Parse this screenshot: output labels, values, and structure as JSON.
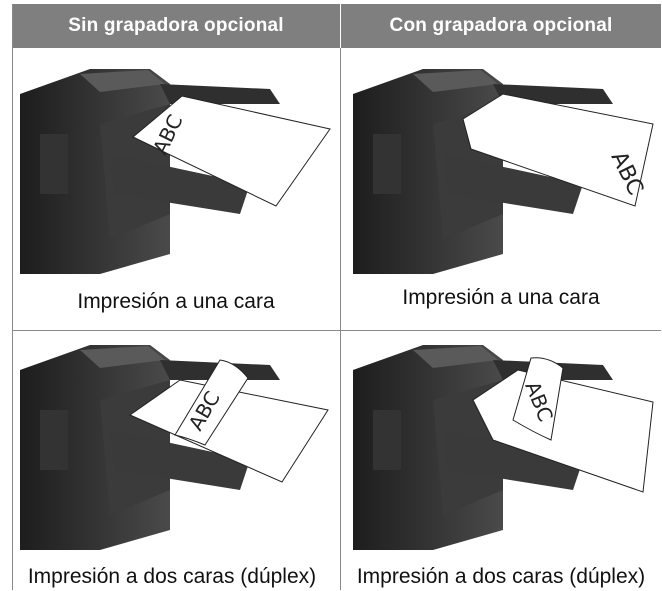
{
  "table": {
    "headers": [
      "Sin grapadora opcional",
      "Con grapadora opcional"
    ],
    "cells": [
      {
        "caption": "Impresión a una cara",
        "paper_label": "ABC",
        "mode": "single",
        "orientation": "portrait"
      },
      {
        "caption": "Impresión a una cara",
        "paper_label": "ABC",
        "mode": "single",
        "orientation": "rotated"
      },
      {
        "caption": "Impresión a dos caras (dúplex)",
        "paper_label": "ABC",
        "mode": "duplex",
        "orientation": "portrait"
      },
      {
        "caption": "Impresión a dos caras (dúplex)",
        "paper_label": "ABC",
        "mode": "duplex",
        "orientation": "rotated"
      }
    ]
  },
  "colors": {
    "header_bg": "#7f7f7f",
    "header_text": "#ffffff",
    "grid_line": "#8a8a8a",
    "printer_dark": "#2b2b2b"
  }
}
